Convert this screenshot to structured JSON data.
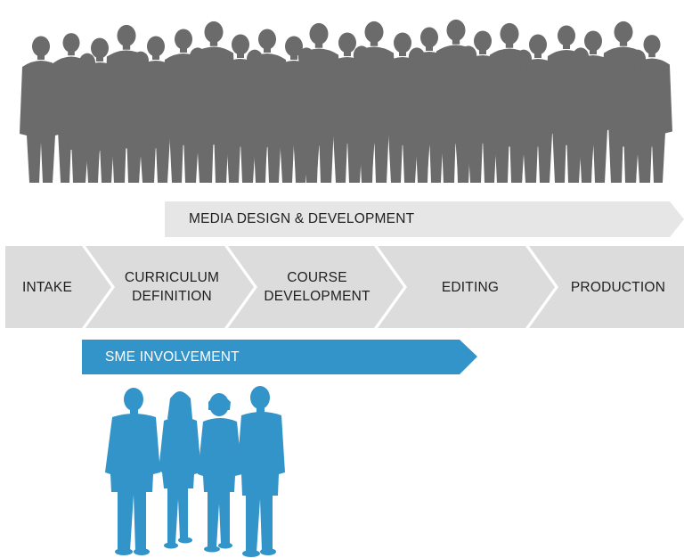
{
  "diagram": {
    "media_banner": {
      "label": "MEDIA DESIGN & DEVELOPMENT"
    },
    "stages": [
      {
        "label": "INTAKE"
      },
      {
        "label": "CURRICULUM\nDEFINITION"
      },
      {
        "label": "COURSE\nDEVELOPMENT"
      },
      {
        "label": "EDITING"
      },
      {
        "label": "PRODUCTION"
      }
    ],
    "sme_banner": {
      "label": "SME INVOLVEMENT"
    }
  },
  "colors": {
    "crowd": "#6b6b6b",
    "stage_fill": "#dcdcdc",
    "banner_fill": "#e6e6e6",
    "sme_accent": "#3394c9",
    "text_dark": "#1f1f1f",
    "text_light": "#ffffff"
  },
  "icons": {
    "crowd": "crowd-silhouette-icon",
    "sme_group": "sme-group-silhouette-icon"
  }
}
